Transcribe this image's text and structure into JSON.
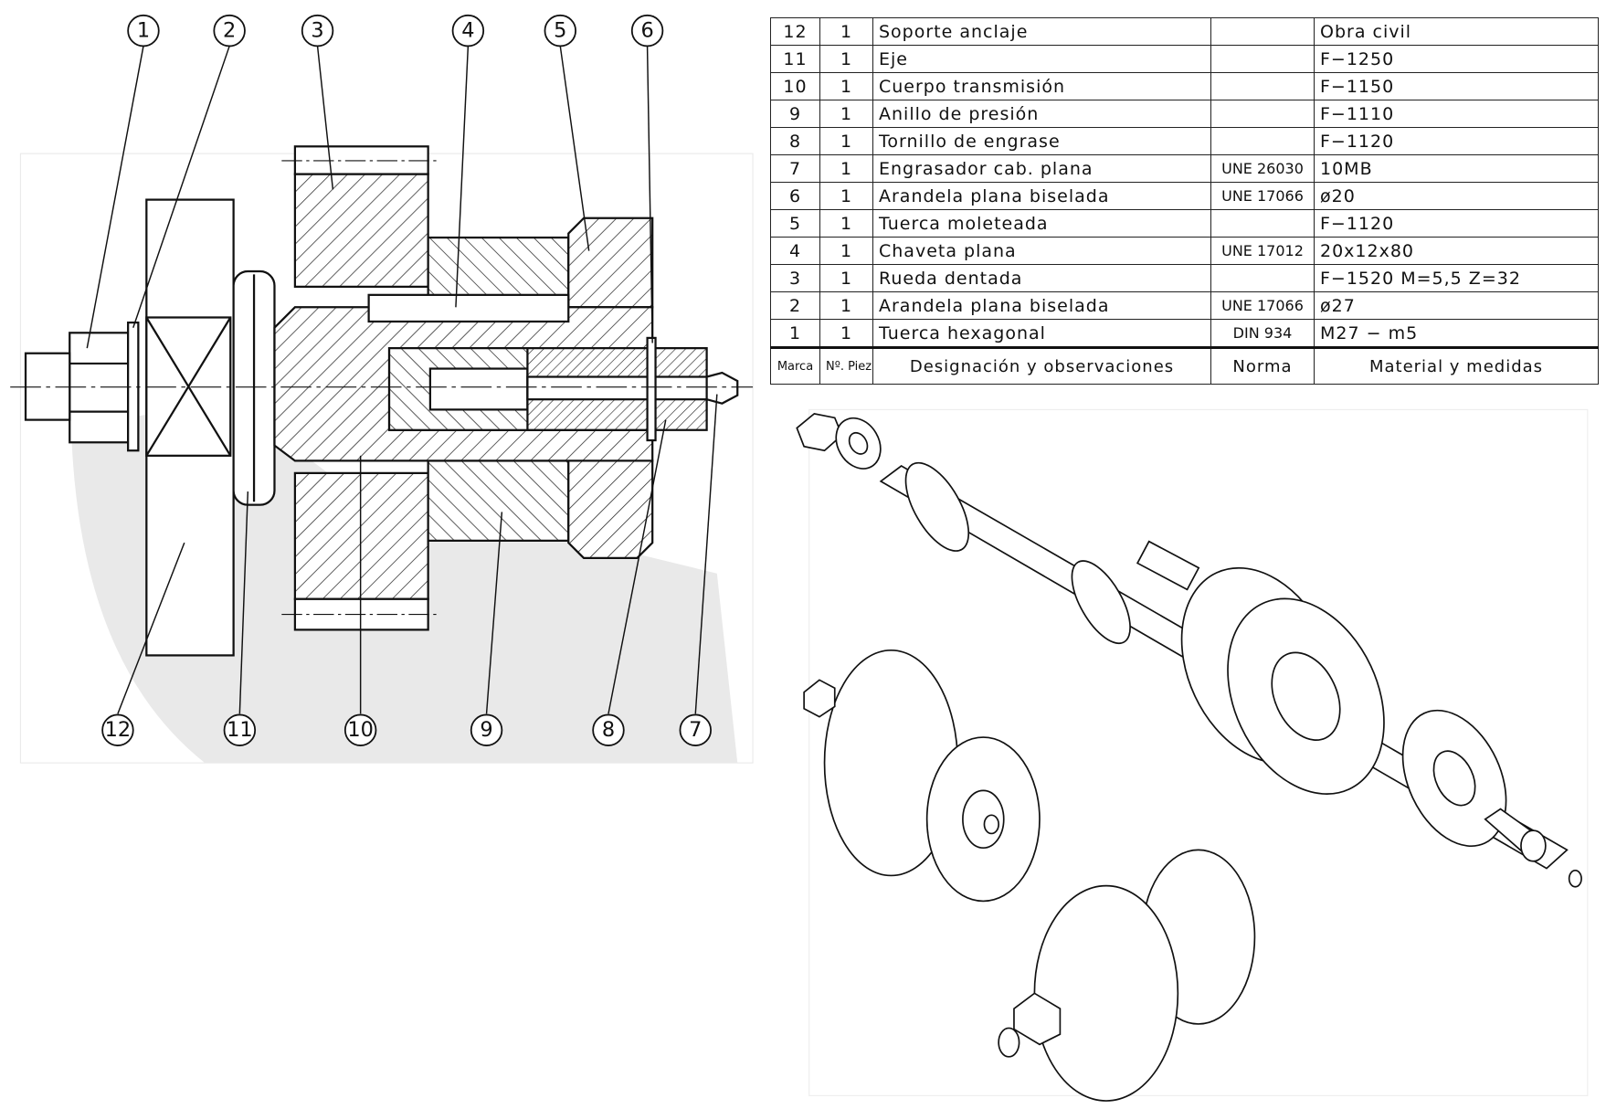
{
  "section_view": {
    "balloons_top": [
      "1",
      "2",
      "3",
      "4",
      "5",
      "6"
    ],
    "balloons_bottom": [
      "12",
      "11",
      "10",
      "9",
      "8",
      "7"
    ]
  },
  "parts_list": {
    "headers": {
      "marca": "Marca",
      "n_pieza": "Nº. Pieza",
      "designacion": "Designación y observaciones",
      "norma": "Norma",
      "material": "Material y medidas"
    },
    "rows": [
      {
        "marca": "12",
        "n": "1",
        "designacion": "Soporte anclaje",
        "norma": "",
        "material": "Obra civil"
      },
      {
        "marca": "11",
        "n": "1",
        "designacion": "Eje",
        "norma": "",
        "material": "F−1250"
      },
      {
        "marca": "10",
        "n": "1",
        "designacion": "Cuerpo transmisión",
        "norma": "",
        "material": "F−1150"
      },
      {
        "marca": "9",
        "n": "1",
        "designacion": "Anillo de presión",
        "norma": "",
        "material": "F−1110"
      },
      {
        "marca": "8",
        "n": "1",
        "designacion": "Tornillo de engrase",
        "norma": "",
        "material": "F−1120"
      },
      {
        "marca": "7",
        "n": "1",
        "designacion": "Engrasador cab. plana",
        "norma": "UNE 26030",
        "material": "10MB"
      },
      {
        "marca": "6",
        "n": "1",
        "designacion": "Arandela plana biselada",
        "norma": "UNE 17066",
        "material": "ø20"
      },
      {
        "marca": "5",
        "n": "1",
        "designacion": "Tuerca moleteada",
        "norma": "",
        "material": "F−1120"
      },
      {
        "marca": "4",
        "n": "1",
        "designacion": "Chaveta plana",
        "norma": "UNE 17012",
        "material": "20x12x80"
      },
      {
        "marca": "3",
        "n": "1",
        "designacion": "Rueda dentada",
        "norma": "",
        "material": "F−1520  M=5,5   Z=32"
      },
      {
        "marca": "2",
        "n": "1",
        "designacion": "Arandela plana biselada",
        "norma": "UNE 17066",
        "material": "ø27"
      },
      {
        "marca": "1",
        "n": "1",
        "designacion": "Tuerca hexagonal",
        "norma": "DIN 934",
        "material": "M27  −  m5"
      }
    ]
  }
}
